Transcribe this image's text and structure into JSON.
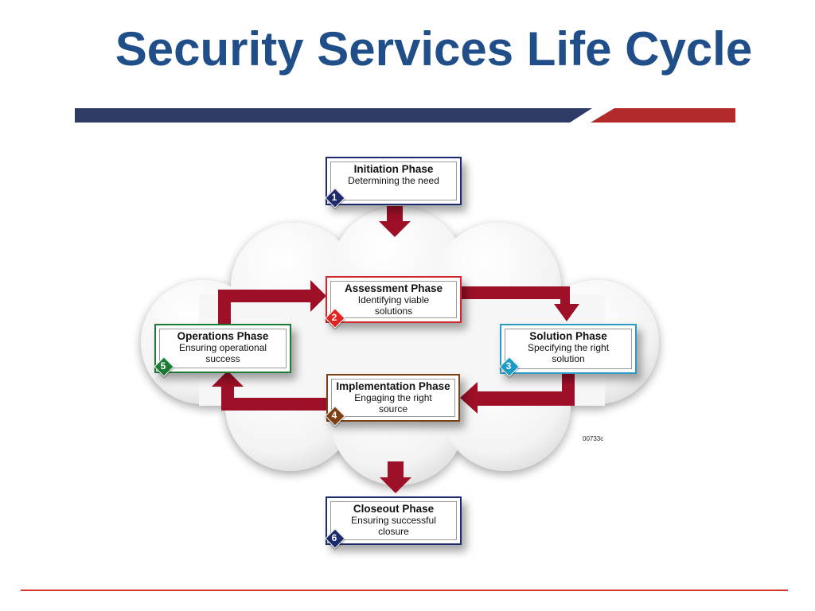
{
  "slide": {
    "title": "Security Services Life Cycle"
  },
  "colors": {
    "title": "#1f4e89",
    "banner_navy": "#2d3b66",
    "banner_red": "#b32a2a",
    "arrow_red": "#9e1028",
    "footer_line": "#d6342c"
  },
  "diagram": {
    "code": "00733c",
    "phases": [
      {
        "number": "1",
        "title": "Initiation Phase",
        "subtitle": "Determining the need",
        "border_color": "#1e2a6e",
        "badge_color": "#1e2a6e"
      },
      {
        "number": "2",
        "title": "Assessment Phase",
        "subtitle": "Identifying viable solutions",
        "border_color": "#d1282f",
        "badge_color": "#e0231f"
      },
      {
        "number": "3",
        "title": "Solution Phase",
        "subtitle": "Specifying the right solution",
        "border_color": "#2a9bc4",
        "badge_color": "#1c9bc7"
      },
      {
        "number": "4",
        "title": "Implementation Phase",
        "subtitle": "Engaging the right source",
        "border_color": "#7a3f12",
        "badge_color": "#7a3f12"
      },
      {
        "number": "5",
        "title": "Operations Phase",
        "subtitle": "Ensuring operational success",
        "border_color": "#1d7a34",
        "badge_color": "#1d7a34"
      },
      {
        "number": "6",
        "title": "Closeout Phase",
        "subtitle": "Ensuring successful closure",
        "border_color": "#1e2a6e",
        "badge_color": "#1e2a6e"
      }
    ]
  }
}
